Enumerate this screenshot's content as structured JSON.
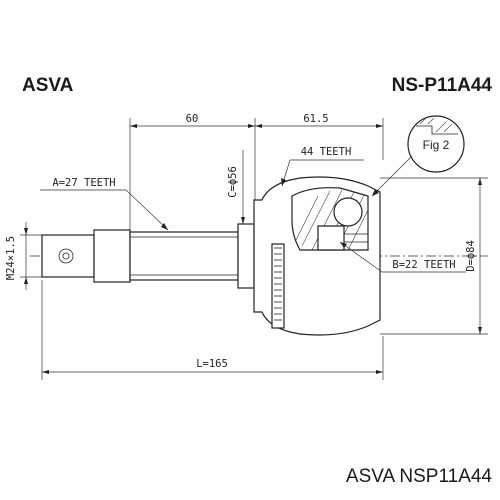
{
  "header": {
    "brand": "ASVA",
    "part_number": "NS-P11A44"
  },
  "dimensions": {
    "top_left_length": "60",
    "top_right_length": "61.5",
    "teeth_outer": "44 TEETH",
    "c_diameter": "C=ϕ56",
    "a_teeth": "A=27 TEETH",
    "thread": "M24×1.5",
    "b_teeth": "B=22 TEETH",
    "d_diameter": "D=ϕ84",
    "total_length": "L=165"
  },
  "detail": {
    "label": "Fig 2"
  },
  "footer": {
    "caption": "ASVA NSP11A44"
  }
}
